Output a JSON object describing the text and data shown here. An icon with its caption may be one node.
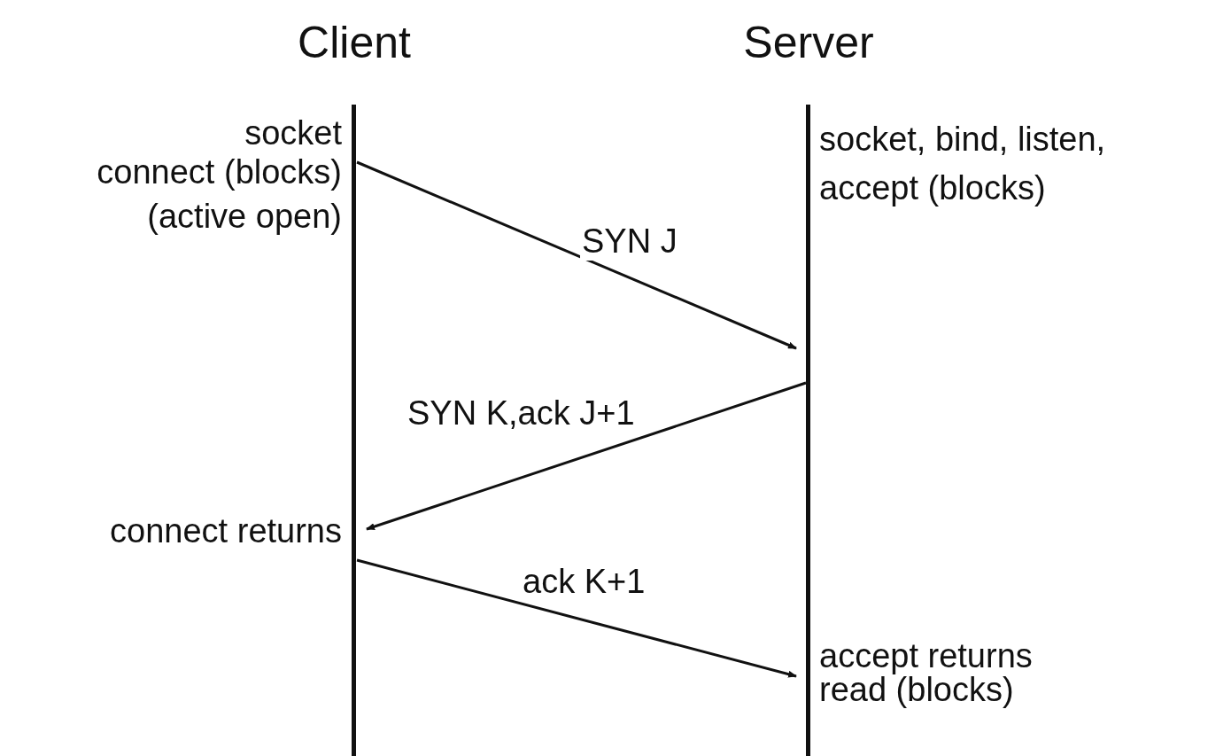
{
  "diagram": {
    "nodes": [
      {
        "text": [
          "Client"
        ]
      },
      {
        "text": [
          "Server"
        ]
      }
    ],
    "edges": [
      {
        "from": 0,
        "to": 1,
        "arrow": "to",
        "label": "SYN J"
      },
      {
        "from": 1,
        "to": 0,
        "arrow": "to",
        "label": "SYN K,ack J+1"
      },
      {
        "from": 0,
        "to": 1,
        "arrow": "to",
        "label": "ack K+1"
      }
    ],
    "labels": [
      "socket",
      "connect (blocks)",
      "(active open)",
      "socket, bind, listen,",
      "accept (blocks)",
      "connect returns",
      "accept returns",
      "read (blocks)"
    ]
  }
}
